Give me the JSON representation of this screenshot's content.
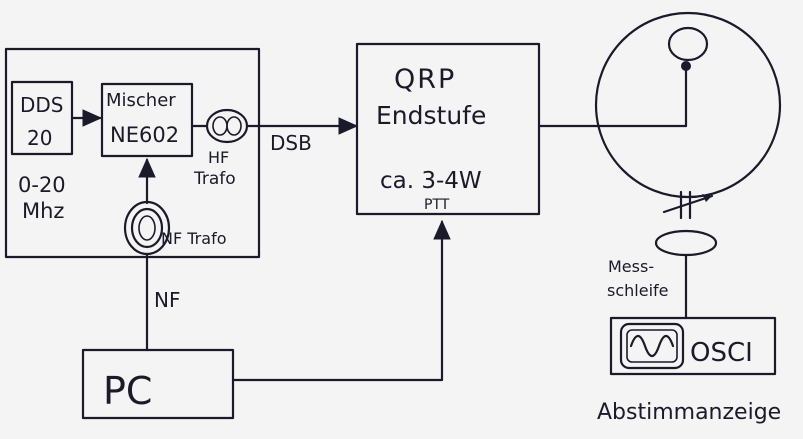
{
  "labels": {
    "dds_line1": "DDS",
    "dds_line2": "20",
    "freq_line1": "0-20",
    "freq_line2": "Mhz",
    "mixer_line1": "Mischer",
    "mixer_line2": "NE602",
    "hf_trafo_line1": "HF",
    "hf_trafo_line2": "Trafo",
    "nf_trafo": "NF Trafo",
    "dsb": "DSB",
    "qrp_line1": "QRP",
    "qrp_line2": "Endstufe",
    "qrp_power": "ca. 3-4W",
    "ptt": "PTT",
    "nf": "NF",
    "pc": "PC",
    "mess_line1": "Mess-",
    "mess_line2": "schleife",
    "osci": "OSCI",
    "abstimm": "Abstimmanzeige"
  },
  "icons": {
    "oscilloscope": "sine-wave-icon",
    "transformer": "coil-icon",
    "capacitor": "variable-capacitor-icon"
  },
  "colors": {
    "ink": "#1a1a2a",
    "paper": "#f4f4f4"
  }
}
